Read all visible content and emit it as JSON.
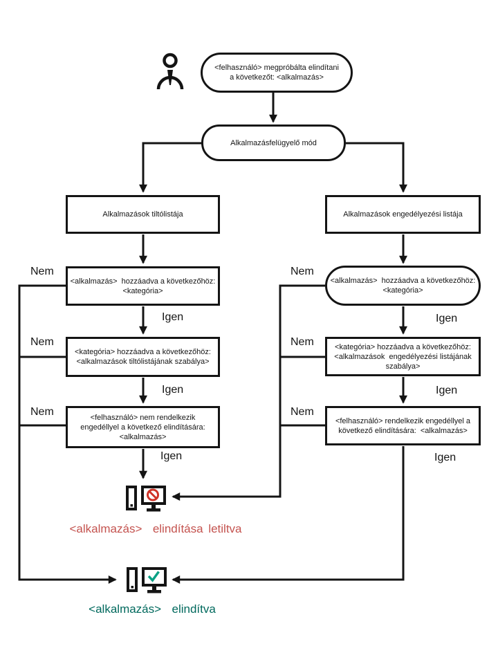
{
  "labels": {
    "yes": "Igen",
    "no": "Nem"
  },
  "colors": {
    "line": "#141414",
    "blocked_icon_red": "#cf3327",
    "blocked_text_red": "#c4534f",
    "allowed_icon_green": "#0aa185",
    "allowed_text_green": "#00695d"
  },
  "icons": {
    "user": "user-icon",
    "blocked": "monitor-blocked-icon",
    "allowed": "monitor-allowed-icon"
  },
  "nodes": {
    "start": {
      "lines": [
        "<felhasználó> megpróbálta elindítani",
        "a következőt: <alkalmazás>"
      ]
    },
    "mode": {
      "label": "Alkalmazásfelügyelő mód"
    },
    "denylist": {
      "label": "Alkalmazások tiltólistája"
    },
    "allowlist": {
      "label": "Alkalmazások engedélyezési listája"
    },
    "deny_app_category": {
      "lines": [
        "<alkalmazás>  hozzáadva a következőhöz:",
        "<kategória>"
      ]
    },
    "allow_app_category": {
      "lines": [
        "<alkalmazás>  hozzáadva a következőhöz:",
        "<kategória>"
      ]
    },
    "deny_category_rule": {
      "lines": [
        "<kategória> hozzáadva a következőhöz:",
        "<alkalmazások tiltólistájának szabálya>"
      ]
    },
    "allow_category_rule": {
      "lines": [
        "<kategória> hozzáadva a következőhöz:",
        "<alkalmazások  engedélyezési listájának",
        "szabálya>"
      ]
    },
    "deny_user_permission": {
      "lines": [
        "<felhasználó> nem rendelkezik",
        "engedéllyel a következő elindítására:",
        "<alkalmazás>"
      ]
    },
    "allow_user_permission": {
      "lines": [
        "<felhasználó> rendelkezik engedéllyel a",
        "következő elindítására:  <alkalmazás>"
      ]
    }
  },
  "results": {
    "blocked": "<alkalmazás>  elindítása letiltva",
    "allowed": "<alkalmazás>  elindítva"
  }
}
